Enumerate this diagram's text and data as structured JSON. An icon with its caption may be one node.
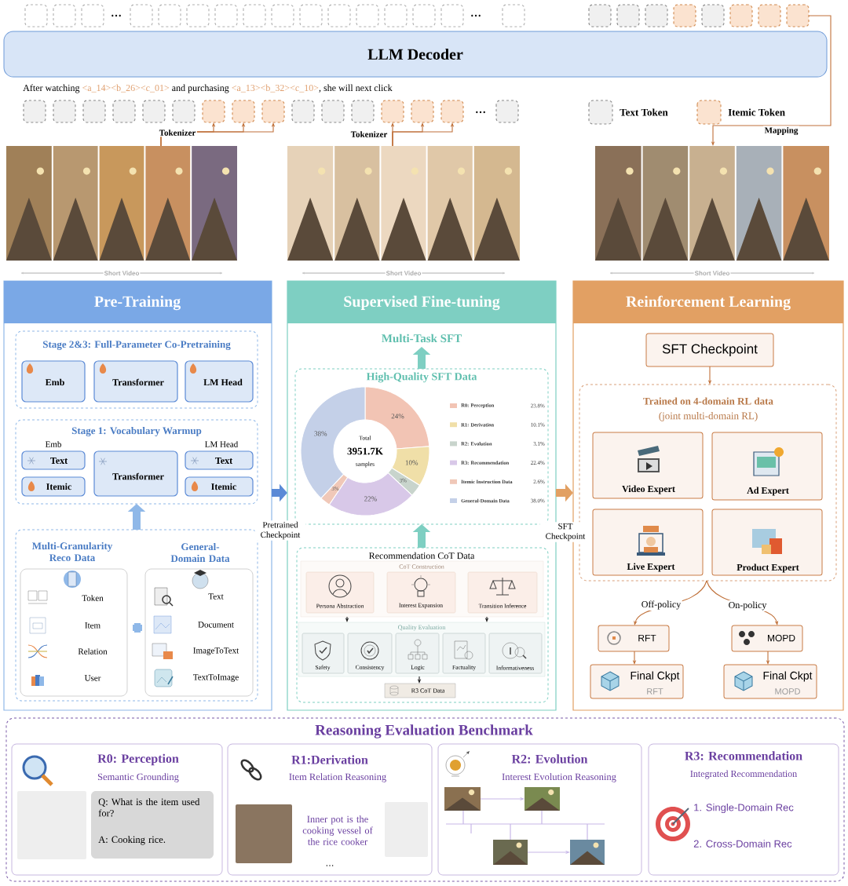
{
  "diagram": {
    "nodes": [
      {
        "text": [
          "LLM Decoder"
        ]
      },
      {
        "text": [],
        "shape": "picture",
        "beside": [
          "Short Video"
        ]
      },
      {
        "text": [],
        "shape": "picture",
        "beside": [
          "Short Video"
        ]
      },
      {
        "text": [],
        "shape": "picture",
        "beside": [
          "Short Video"
        ]
      },
      {
        "text": [
          "Pre-Training"
        ]
      },
      {
        "text": [
          "Stage 2&3: Full-Parameter Co-Pretraining"
        ],
        "in": 4
      },
      {
        "text": [
          "Emb"
        ],
        "in": 5
      },
      {
        "text": [
          "Transformer"
        ],
        "in": 5
      },
      {
        "text": [
          "LM Head"
        ],
        "in": 5
      },
      {
        "text": [
          "Stage 1: Vocabulary Warmup"
        ],
        "in": 4
      },
      {
        "text": [
          "Text"
        ],
        "in": 9,
        "beside": [
          "Emb"
        ]
      },
      {
        "text": [
          "Itemic"
        ],
        "in": 9
      },
      {
        "text": [
          "Transformer"
        ],
        "in": 9
      },
      {
        "text": [
          "Text"
        ],
        "in": 9,
        "beside": [
          "LM Head"
        ]
      },
      {
        "text": [
          "Itemic"
        ],
        "in": 9
      },
      {
        "text": [],
        "shape": "box",
        "in": 4
      },
      {
        "text": [
          "Multi-Granularity Reco Data",
          "Token",
          "Item",
          "Relation",
          "User"
        ],
        "in": 15
      },
      {
        "text": [
          "General-Domain Data",
          "Text",
          "Document",
          "ImageToText",
          "TextToImage"
        ],
        "in": 15
      },
      {
        "text": [
          "Supervised Fine-tuning"
        ]
      },
      {
        "text": [
          "Multi-Task SFT"
        ],
        "in": 18
      },
      {
        "text": [
          "High-Quality SFT Data"
        ],
        "in": 18
      },
      {
        "text": [
          "Recommendation CoT Data"
        ],
        "in": 18
      },
      {
        "text": [
          "CoT Construction"
        ],
        "in": 21
      },
      {
        "text": [
          "Persona Abstraction"
        ],
        "in": 22
      },
      {
        "text": [
          "Interest Expansion"
        ],
        "in": 22
      },
      {
        "text": [
          "Transition Inference"
        ],
        "in": 22
      },
      {
        "text": [
          "Quality Evaluation"
        ],
        "in": 21
      },
      {
        "text": [
          "Safety"
        ],
        "in": 26
      },
      {
        "text": [
          "Consistency"
        ],
        "in": 26
      },
      {
        "text": [
          "Logic"
        ],
        "in": 26
      },
      {
        "text": [
          "Factuality"
        ],
        "in": 26
      },
      {
        "text": [
          "Informativeness"
        ],
        "in": 26
      },
      {
        "text": [
          "R3 CoT Data"
        ],
        "in": 21
      },
      {
        "text": [
          "Reinforcement Learning"
        ]
      },
      {
        "text": [
          "SFT Checkpoint"
        ],
        "in": 33
      },
      {
        "text": [
          "Trained on 4-domain RL data",
          "(joint multi-domain RL)"
        ],
        "in": 33
      },
      {
        "text": [
          "Video Expert"
        ],
        "in": 35
      },
      {
        "text": [
          "Ad Expert"
        ],
        "in": 35
      },
      {
        "text": [
          "Live Expert"
        ],
        "in": 35
      },
      {
        "text": [
          "Product Expert"
        ],
        "in": 35
      },
      {
        "text": [
          "RFT"
        ],
        "in": 33
      },
      {
        "text": [
          "MOPD"
        ],
        "in": 33
      },
      {
        "text": [
          "Final Ckpt",
          "RFT"
        ],
        "in": 33
      },
      {
        "text": [
          "Final Ckpt",
          "MOPD"
        ],
        "in": 33
      },
      {
        "text": [
          "Reasoning Evaluation Benchmark"
        ]
      },
      {
        "text": [
          "R0: Perception",
          "Semantic Grounding"
        ],
        "in": 44
      },
      {
        "text": [
          "Q: What is the item used for?",
          "A: Cooking rice."
        ],
        "in": 45
      },
      {
        "text": [
          "R1:Derivation",
          "Item Relation Reasoning"
        ],
        "in": 44
      },
      {
        "text": [
          "R2: Evolution",
          "Interest Evolution Reasoning"
        ],
        "in": 44
      },
      {
        "text": [],
        "shape": "picture",
        "in": 48
      },
      {
        "text": [],
        "shape": "picture",
        "in": 48
      },
      {
        "text": [],
        "shape": "picture",
        "in": 48
      },
      {
        "text": [],
        "shape": "picture",
        "in": 48
      },
      {
        "text": [
          "R3: Recommendation",
          "Integrated Recommendation"
        ],
        "in": 44
      },
      {
        "text": [],
        "shape": "box"
      },
      {
        "text": [],
        "shape": "box"
      },
      {
        "text": [],
        "shape": "box"
      },
      {
        "text": [],
        "shape": "box"
      },
      {
        "text": [],
        "shape": "box"
      },
      {
        "text": [],
        "shape": "box"
      },
      {
        "text": [],
        "shape": "box"
      },
      {
        "text": [],
        "shape": "box"
      },
      {
        "text": [],
        "shape": "box"
      },
      {
        "text": [],
        "shape": "box"
      }
    ],
    "edges": [
      {
        "from": 1,
        "to": 54,
        "arrow": "to",
        "label": "Tokenizer"
      },
      {
        "from": 1,
        "to": 55,
        "arrow": "to"
      },
      {
        "from": 1,
        "to": 56,
        "arrow": "to"
      },
      {
        "from": 2,
        "to": 57,
        "arrow": "to",
        "label": "Tokenizer"
      },
      {
        "from": 2,
        "to": 58,
        "arrow": "to"
      },
      {
        "from": 2,
        "to": 59,
        "arrow": "to"
      },
      {
        "from": 60,
        "to": 3,
        "arrow": "to",
        "label": "Mapping"
      },
      {
        "from": 15,
        "to": 9,
        "arrow": "to",
        "style": "thick",
        "color": "#8fb8e8"
      },
      {
        "from": 4,
        "to": 18,
        "arrow": "to",
        "style": "thick",
        "color": "#5b8ad6",
        "label": "Pretrained Checkpoint"
      },
      {
        "from": 21,
        "to": 20,
        "arrow": "to",
        "style": "thick",
        "color": "#7ecfc2"
      },
      {
        "from": 20,
        "to": 19,
        "arrow": "to",
        "style": "thick",
        "color": "#7ecfc2"
      },
      {
        "from": 22,
        "to": 26,
        "arrow": "to",
        "color": "#222222"
      },
      {
        "from": 22,
        "to": 26,
        "arrow": "to",
        "color": "#222222"
      },
      {
        "from": 26,
        "to": 32,
        "arrow": "to",
        "color": "#222222"
      },
      {
        "from": 18,
        "to": 33,
        "arrow": "to",
        "style": "thick",
        "color": "#e2a063",
        "label": "SFT Checkpoint"
      },
      {
        "from": 34,
        "to": 35,
        "arrow": "to"
      },
      {
        "from": 35,
        "to": 40,
        "arrow": "to",
        "label": "Off-policy"
      },
      {
        "from": 35,
        "to": 41,
        "arrow": "to",
        "label": "On-policy"
      },
      {
        "from": 40,
        "to": 42,
        "arrow": "to"
      },
      {
        "from": 41,
        "to": 43,
        "arrow": "to"
      },
      {
        "from": 49,
        "to": 50,
        "arrow": "to",
        "color": "#c8b8e8"
      },
      {
        "from": 51,
        "to": 52,
        "arrow": "to",
        "color": "#c8b8e8"
      }
    ],
    "labels": [
      "…",
      "…",
      "After watching",
      "<a_14><b_26><c_01>",
      "and purchasing",
      "<a_13><b_32><c_10>",
      ", she will next click",
      "…",
      "Inner pot is the cooking vessel of the rice cooker",
      "…",
      "1. Single-Domain Rec",
      "2. Cross-Domain Rec",
      "23.8%",
      "10.1%",
      "3.1%",
      "22.4%",
      "2.6%",
      "38.0%"
    ],
    "legend": [
      {
        "text": "Text Token",
        "color": "#f0f0f0"
      },
      {
        "text": "Itemic Token",
        "color": "#fbe3d0"
      }
    ],
    "chart_data": {
      "type": "donut",
      "legend": "right",
      "categories": [
        "R0: Perception",
        "R1: Derivation",
        "R2: Evolution",
        "R3: Recommendation",
        "Itemic Instruction Data",
        "General-Domain Data"
      ],
      "values": [
        23.8,
        10.1,
        3.1,
        22.4,
        2.6,
        38.0
      ],
      "value_labels": [
        "24%",
        "10%",
        "3%",
        "22%",
        "3%",
        "38%"
      ],
      "annotations": [
        "Total",
        "3951.7K",
        "samples"
      ]
    }
  }
}
